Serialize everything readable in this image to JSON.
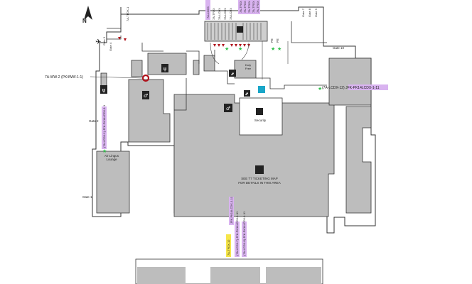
{
  "north_label": "N",
  "callouts": {
    "left_marker": "7A-WW-2 (PK4WW-1-1)",
    "right_tag": "(7A-LCDX-12) JFK-PK14LCDX-1-11",
    "left_vertical_tag": "(7A-LCDX-1) JFK-PK14LCDX-1-1",
    "bottom_tag_a": "(7A-LCDX-7) JFK-PK14LCDX-1-11",
    "bottom_tag_b": "(7A-LCDX-8) JFK-PK14LCDX-1-11",
    "bottom_tag_yellow": "7A-TFDX-12",
    "mid_tag": "JFK-PK14LCDX-1-11"
  },
  "gates": {
    "gate1": "Gate 1",
    "gate2": "Gate 2",
    "gate3": "Gate 3",
    "gate4": "Gate 4",
    "gate10": "Gate 10",
    "top_gates": [
      "Gate 7",
      "Gate 8",
      "Gate 9"
    ]
  },
  "areas": {
    "lounge": [
      "Air Lingus",
      "Lounge"
    ],
    "security": "Security",
    "ticketing": [
      "SEE T7 TICKETING MAP",
      "FOR DETAILS IN THIS AREA"
    ],
    "duty_free": [
      "Duty",
      "Free"
    ]
  },
  "top_tags_purple": [
    "7A-LCDX",
    "7A-TFDX",
    "7A-TFDX",
    "7A-TFDX",
    "7A-TFDX",
    "7A-TFDX"
  ],
  "top_tags_plain": [
    "7A-TFDX",
    "7A-LCDX",
    "7A-LCDX",
    "7A-LCDX",
    "FE",
    "FE",
    "7A-TFDX-1"
  ],
  "colors": {
    "building": "#bdbdbd",
    "wall": "#333333",
    "purple_tag": "#d9b3f0",
    "yellow_tag": "#f6e64a",
    "red_marker": "#b0121b",
    "green_star": "#2fbf4a"
  },
  "icons": [
    "north-arrow-icon",
    "airplane-icon",
    "restaurant-icon",
    "restroom-icon",
    "security-icon",
    "ticketing-icon",
    "escalator-icon",
    "elevator-icon",
    "lounge-icon"
  ]
}
